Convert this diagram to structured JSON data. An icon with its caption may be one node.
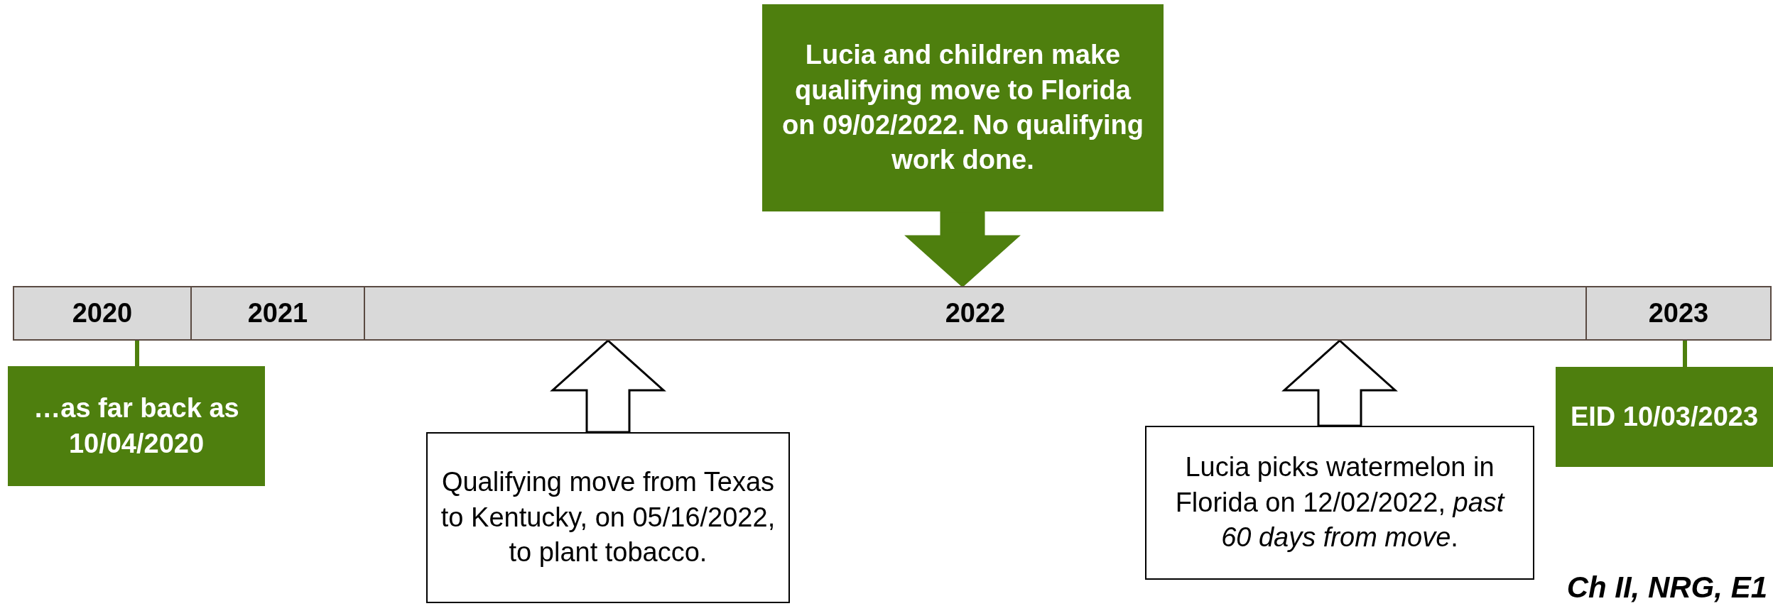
{
  "diagram": {
    "nodes": [
      {
        "text": [
          "2020"
        ]
      },
      {
        "text": [
          "2021"
        ]
      },
      {
        "text": [
          "2022"
        ]
      },
      {
        "text": [
          "2023"
        ]
      },
      {
        "text": [
          "Lucia and children make qualifying move to Florida on 09/02/2022. No qualifying work done."
        ]
      },
      {
        "text": [
          "…as far back as 10/04/2020"
        ]
      },
      {
        "text": [
          "Qualifying move from Texas to Kentucky, on 05/16/2022, to plant tobacco."
        ]
      },
      {
        "text": [
          "Lucia picks watermelon in Florida on 12/02/2022, *past 60 days from move*."
        ]
      },
      {
        "text": [
          "EID 10/03/2023"
        ]
      }
    ],
    "edges": [
      {
        "from": 4,
        "to": 2,
        "arrow": "to"
      },
      {
        "from": 5,
        "to": 0,
        "arrow": "none"
      },
      {
        "from": 6,
        "to": 2,
        "arrow": "to",
        "color": "#000000"
      },
      {
        "from": 7,
        "to": 2,
        "arrow": "to",
        "color": "#000000"
      },
      {
        "from": 8,
        "to": 3,
        "arrow": "none"
      }
    ],
    "labels": [
      "Ch II, NRG, E1"
    ]
  }
}
